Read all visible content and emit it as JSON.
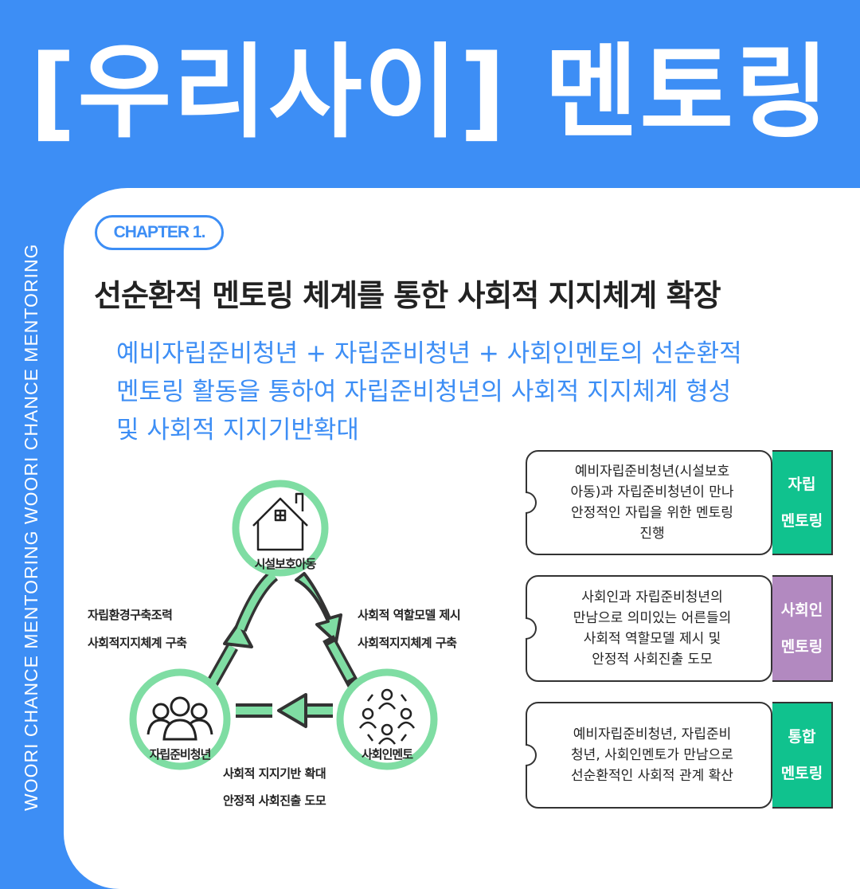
{
  "header": {
    "title": "[우리사이] 멘토링"
  },
  "side": {
    "text": "WOORI CHANCE MENTORING  WOORI CHANCE MENTORING"
  },
  "chapter": {
    "label": "CHAPTER 1."
  },
  "headline": "선순환적 멘토링 체계를 통한 사회적 지지체계 확장",
  "description": {
    "line1": "예비자립준비청년 + 자립준비청년 + 사회인멘토의 선순환적",
    "line2": "멘토링 활동을 통하여 자립준비청년의 사회적 지지체계 형성",
    "line3": "및 사회적 지지기반확대"
  },
  "diagram": {
    "nodes": {
      "top": "시설보호아동",
      "left": "자립준비청년",
      "right": "사회인멘토"
    },
    "left_edge": {
      "line1": "자립환경구축조력",
      "line2": "사회적지지체계 구축"
    },
    "right_edge": {
      "line1": "사회적 역할모델 제시",
      "line2": "사회적지지체계 구축"
    },
    "bottom_edge": {
      "line1": "사회적 지지기반 확대",
      "line2": "안정적 사회진출 도모"
    }
  },
  "mentoring": [
    {
      "lines": [
        "예비자립준비청년(시설보호",
        "아동)과 자립준비청년이 만나",
        "안정적인 자립을 위한 멘토링",
        "진행"
      ],
      "tag1": "자립",
      "tag2": "멘토링",
      "color": "#10c28e"
    },
    {
      "lines": [
        "사회인과 자립준비청년의",
        "만남으로 의미있는 어른들의",
        "사회적 역할모델 제시 및",
        "안정적 사회진출 도모"
      ],
      "tag1": "사회인",
      "tag2": "멘토링",
      "color": "#b289c0"
    },
    {
      "lines": [
        "예비자립준비청년, 자립준비",
        "청년, 사회인멘토가 만남으로",
        "선순환적인 사회적 관계 확산"
      ],
      "tag1": "통합",
      "tag2": "멘토링",
      "color": "#10c28e"
    }
  ],
  "colors": {
    "brand_blue": "#3d8ef5",
    "green": "#10c28e",
    "purple": "#b289c0",
    "light_green": "#7fdda3"
  }
}
